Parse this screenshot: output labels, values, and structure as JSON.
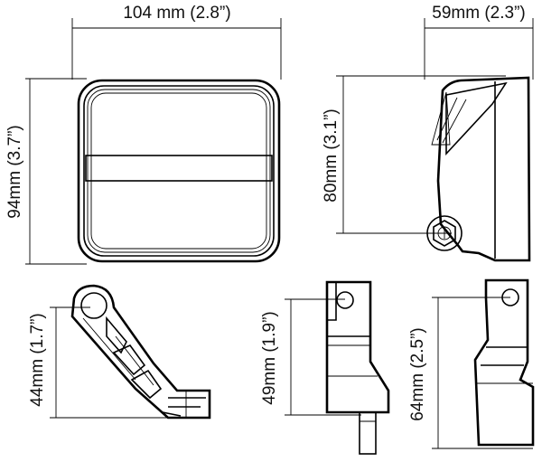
{
  "dimensions": {
    "front_width": "104 mm (2.8”)",
    "front_height": "94mm (3.7”)",
    "side_depth": "59mm (2.3”)",
    "side_mount_height": "80mm (3.1”)",
    "bracket_a_height": "44mm (1.7”)",
    "bracket_b_height": "49mm (1.9”)",
    "bracket_c_height": "64mm (2.5”)"
  },
  "colors": {
    "line": "#000000",
    "background": "#ffffff"
  }
}
